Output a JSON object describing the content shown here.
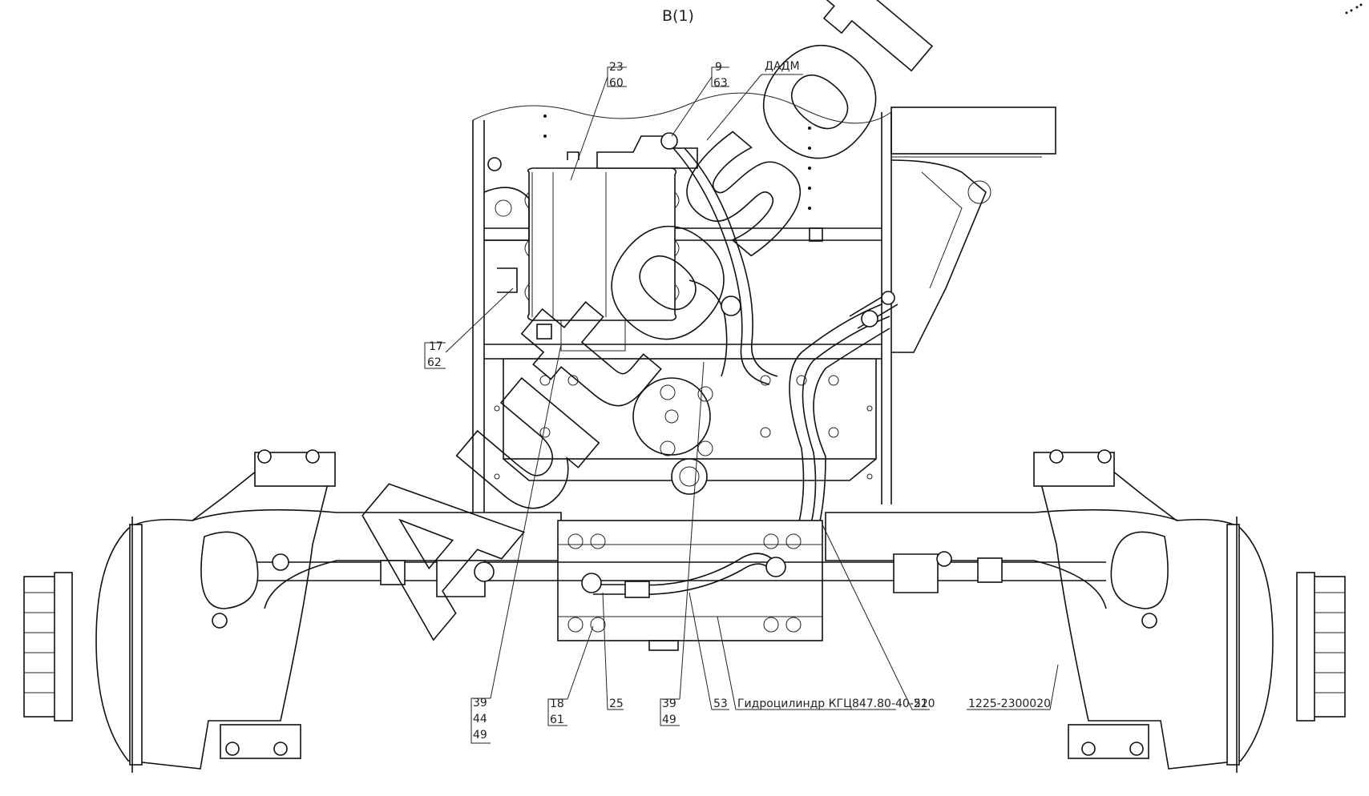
{
  "view_label": "B(1)",
  "watermark": "Autosoft",
  "callouts": {
    "c23_60": [
      "23",
      "60"
    ],
    "c9_63": [
      "9",
      "63"
    ],
    "dadm": "ДАДМ",
    "c17_62": [
      "17",
      "62"
    ],
    "c39_44_49": [
      "39",
      "44",
      "49"
    ],
    "c18_61": [
      "18",
      "61"
    ],
    "c25": "25",
    "c39_49": [
      "39",
      "49"
    ],
    "c53": "53",
    "cylinder": "Гидроцилиндр КГЦ847.80-40-210",
    "c52": "52",
    "assembly": "1225-2300020"
  }
}
